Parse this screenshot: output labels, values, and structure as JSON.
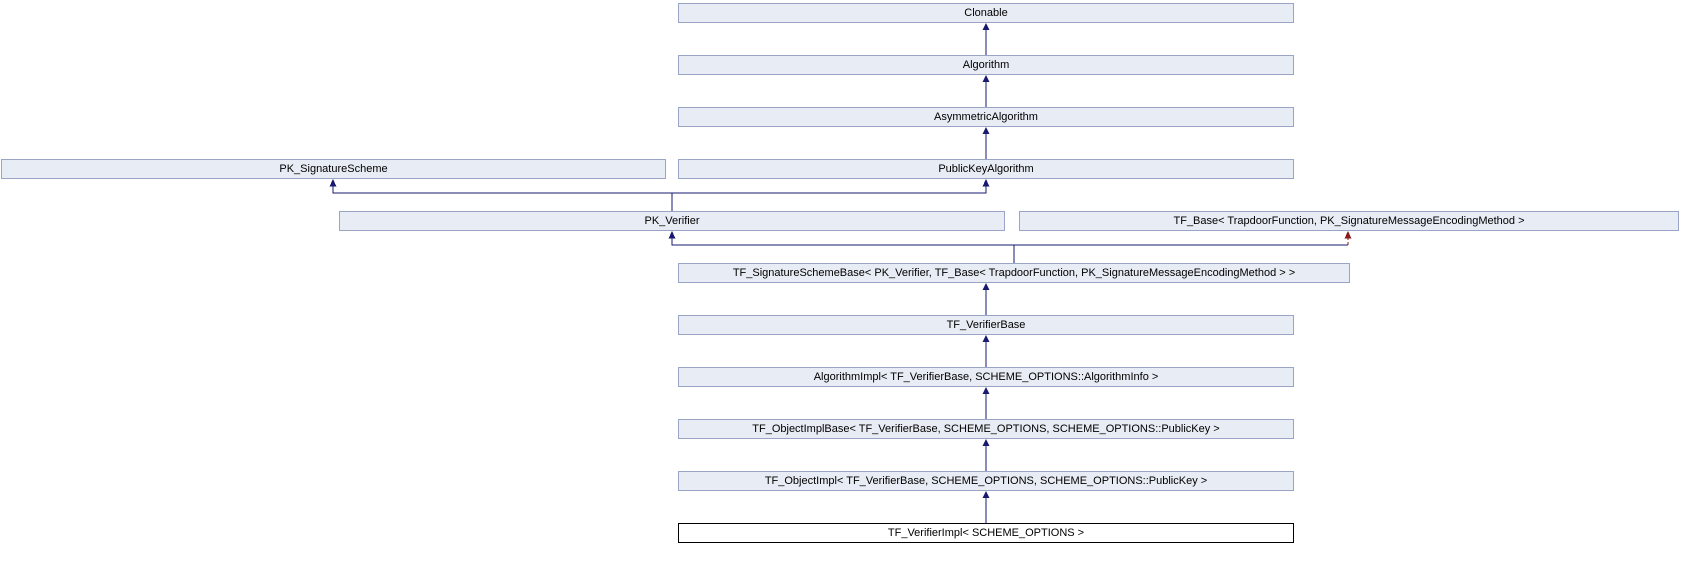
{
  "diagram": {
    "type": "class-inheritance-graph",
    "current_class": "TF_VerifierImpl< SCHEME_OPTIONS >",
    "nodes": [
      {
        "id": "clonable",
        "label": "Clonable",
        "current": false
      },
      {
        "id": "algorithm",
        "label": "Algorithm",
        "current": false
      },
      {
        "id": "asymmetric_algorithm",
        "label": "AsymmetricAlgorithm",
        "current": false
      },
      {
        "id": "pk_signature_scheme",
        "label": "PK_SignatureScheme",
        "current": false
      },
      {
        "id": "public_key_algorithm",
        "label": "PublicKeyAlgorithm",
        "current": false
      },
      {
        "id": "pk_verifier",
        "label": "PK_Verifier",
        "current": false
      },
      {
        "id": "tf_base",
        "label": "TF_Base< TrapdoorFunction, PK_SignatureMessageEncodingMethod >",
        "current": false
      },
      {
        "id": "tf_signature_scheme_base",
        "label": "TF_SignatureSchemeBase< PK_Verifier, TF_Base< TrapdoorFunction, PK_SignatureMessageEncodingMethod > >",
        "current": false
      },
      {
        "id": "tf_verifier_base",
        "label": "TF_VerifierBase",
        "current": false
      },
      {
        "id": "algorithm_impl",
        "label": "AlgorithmImpl< TF_VerifierBase, SCHEME_OPTIONS::AlgorithmInfo >",
        "current": false
      },
      {
        "id": "tf_object_impl_base",
        "label": "TF_ObjectImplBase< TF_VerifierBase, SCHEME_OPTIONS, SCHEME_OPTIONS::PublicKey >",
        "current": false
      },
      {
        "id": "tf_object_impl",
        "label": "TF_ObjectImpl< TF_VerifierBase, SCHEME_OPTIONS, SCHEME_OPTIONS::PublicKey >",
        "current": false
      },
      {
        "id": "tf_verifier_impl",
        "label": "TF_VerifierImpl< SCHEME_OPTIONS >",
        "current": true
      }
    ],
    "edges": [
      {
        "from": "algorithm",
        "to": "clonable",
        "style": "solid"
      },
      {
        "from": "asymmetric_algorithm",
        "to": "algorithm",
        "style": "solid"
      },
      {
        "from": "public_key_algorithm",
        "to": "asymmetric_algorithm",
        "style": "solid"
      },
      {
        "from": "pk_verifier",
        "to": "pk_signature_scheme",
        "style": "solid"
      },
      {
        "from": "pk_verifier",
        "to": "public_key_algorithm",
        "style": "solid"
      },
      {
        "from": "tf_signature_scheme_base",
        "to": "pk_verifier",
        "style": "solid"
      },
      {
        "from": "tf_signature_scheme_base",
        "to": "tf_base",
        "style": "dashed"
      },
      {
        "from": "tf_verifier_base",
        "to": "tf_signature_scheme_base",
        "style": "solid"
      },
      {
        "from": "algorithm_impl",
        "to": "tf_verifier_base",
        "style": "solid"
      },
      {
        "from": "tf_object_impl_base",
        "to": "algorithm_impl",
        "style": "solid"
      },
      {
        "from": "tf_object_impl",
        "to": "tf_object_impl_base",
        "style": "solid"
      },
      {
        "from": "tf_verifier_impl",
        "to": "tf_object_impl",
        "style": "solid"
      }
    ],
    "colors": {
      "node_fill": "#E8ECF4",
      "node_border": "#9AA5C6",
      "current_border": "#000000",
      "solid_edge": "#191970",
      "dashed_edge": "#8B1A1A",
      "background": "#FFFFFF"
    }
  }
}
